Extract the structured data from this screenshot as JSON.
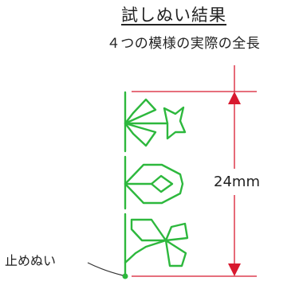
{
  "title": "試しぬい結果",
  "subtitle": "４つの模様の実際の全長",
  "dimension_label": "24mm",
  "stop_stitch_label": "止めぬい",
  "colors": {
    "stitch": "#2db83d",
    "dimension": "#d8192f",
    "leader": "#333333"
  }
}
